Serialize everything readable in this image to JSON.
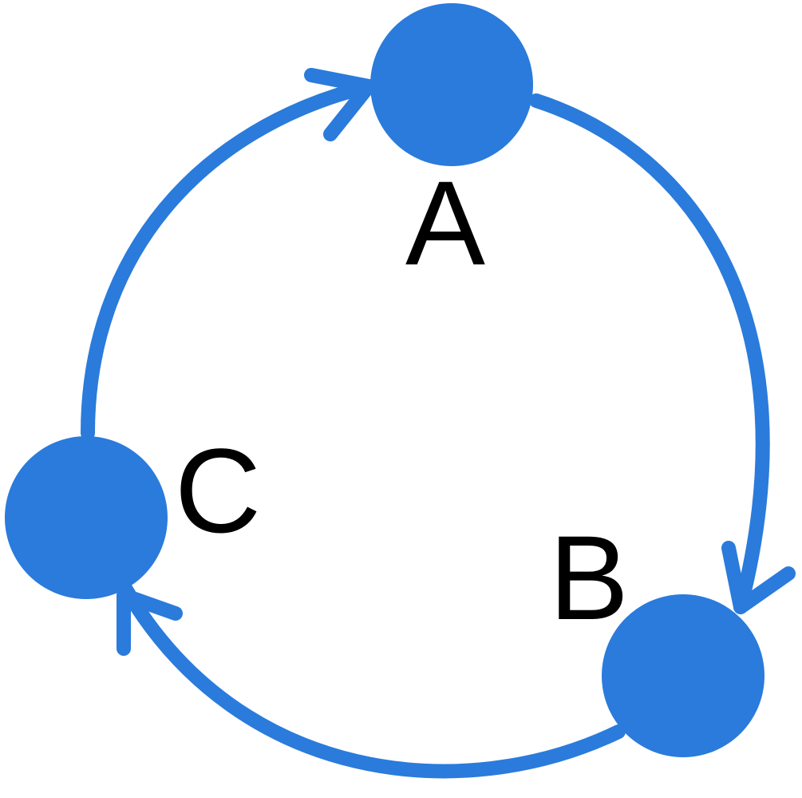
{
  "diagram": {
    "type": "cycle",
    "direction": "clockwise",
    "color": "#2a7bdb",
    "nodes": [
      {
        "id": "A",
        "label": "A"
      },
      {
        "id": "B",
        "label": "B"
      },
      {
        "id": "C",
        "label": "C"
      }
    ],
    "edges": [
      {
        "from": "A",
        "to": "B"
      },
      {
        "from": "B",
        "to": "C"
      },
      {
        "from": "C",
        "to": "A"
      }
    ]
  }
}
